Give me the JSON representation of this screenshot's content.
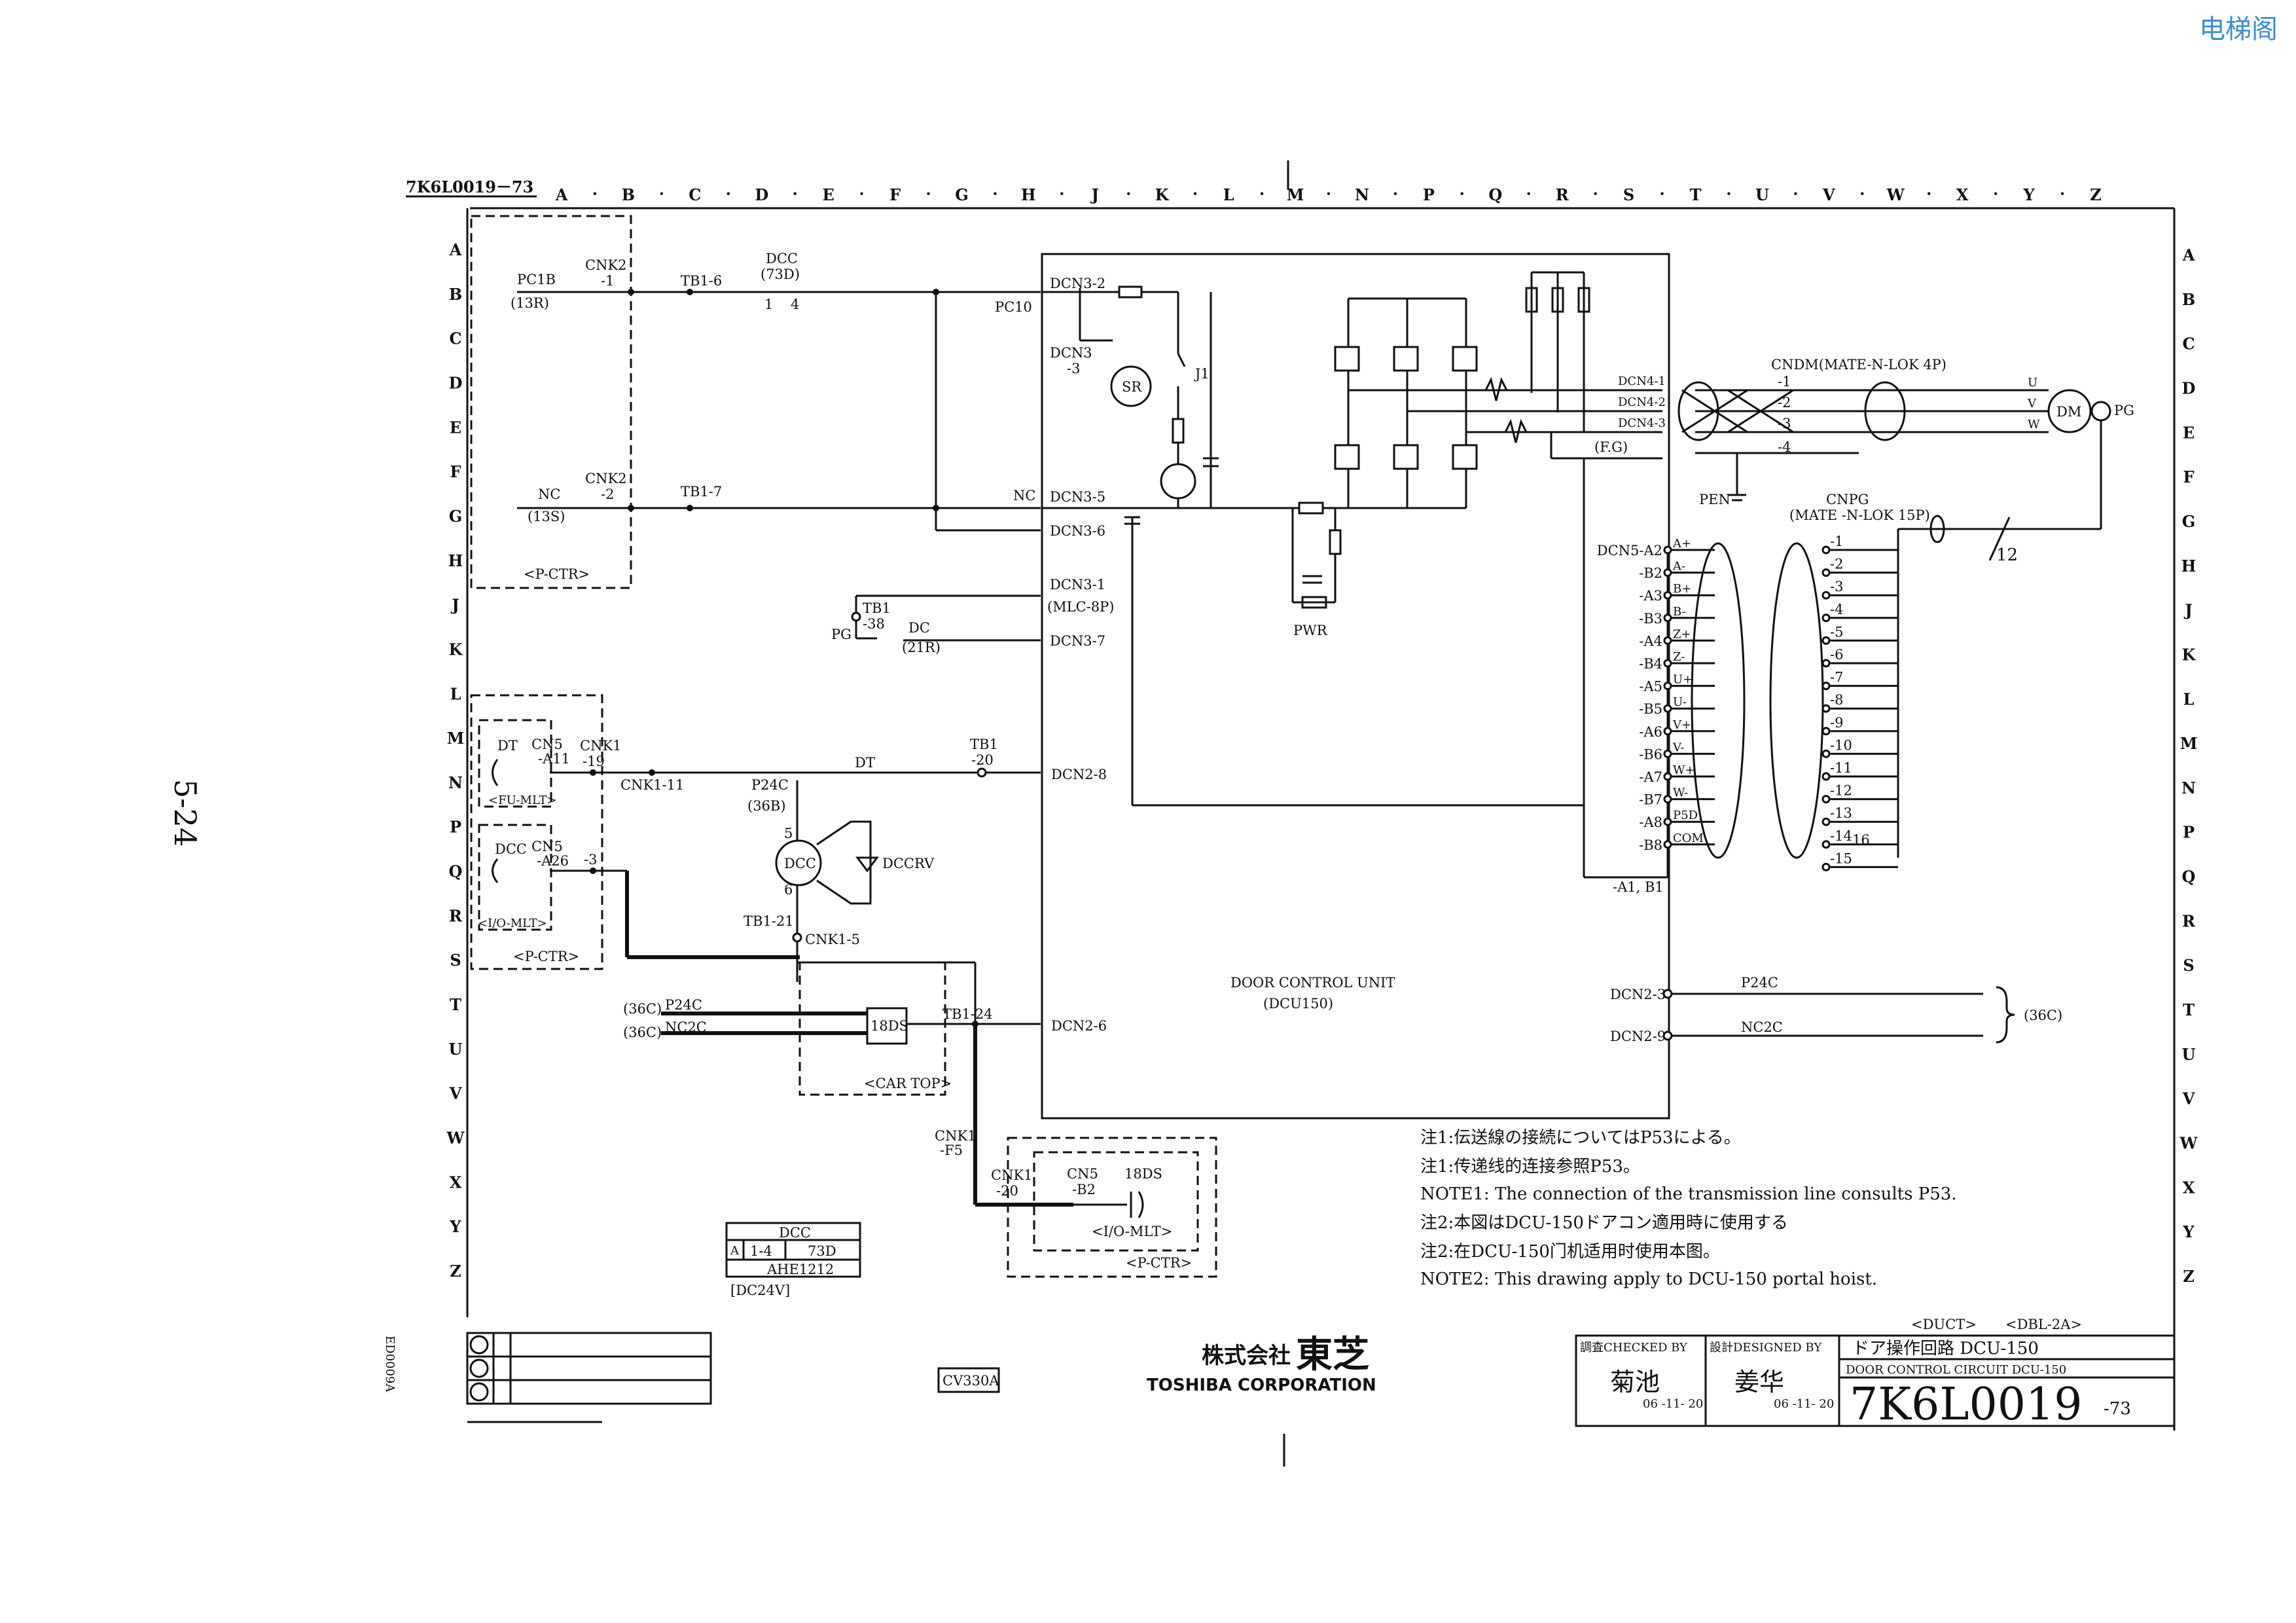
{
  "header": {
    "watermark": "电梯阁",
    "page_number": "5-24",
    "sheet_ref": "7K6L0019－73"
  },
  "grid": {
    "columns": [
      "A",
      "B",
      "C",
      "D",
      "E",
      "F",
      "G",
      "H",
      "J",
      "K",
      "L",
      "M",
      "N",
      "P",
      "Q",
      "R",
      "S",
      "T",
      "U",
      "V",
      "W",
      "X",
      "Y",
      "Z"
    ],
    "rows": [
      "A",
      "B",
      "C",
      "D",
      "E",
      "F",
      "G",
      "H",
      "J",
      "K",
      "L",
      "M",
      "N",
      "P",
      "Q",
      "R",
      "S",
      "T",
      "U",
      "V",
      "W",
      "X",
      "Y",
      "Z"
    ]
  },
  "left_section": {
    "pc1b": "PC1B",
    "pc1b_ref": "(13R)",
    "cnk2_1": "CNK2",
    "cnk2_1b": "-1",
    "tb1_6": "TB1-6",
    "dcc_contact": "DCC",
    "dcc_contact_ref": "(73D)",
    "pin1": "1",
    "pin4": "4",
    "pc10": "PC10",
    "nc": "NC",
    "nc_ref": "(13S)",
    "cnk2_2": "CNK2",
    "cnk2_2b": "-2",
    "tb1_7": "TB1-7",
    "p_ctr_top": "<P-CTR>",
    "tb1_38a": "TB1",
    "tb1_38b": "-38",
    "pg": "PG",
    "dc": "DC",
    "dc_ref": "(21R)",
    "dt": "DT",
    "cn5_a11a": "CN5",
    "cn5_a11b": "-A11",
    "cnk1_19a": "CNK1",
    "cnk1_19b": "-19",
    "cnk1_11": "CNK1-11",
    "fu_mlt": "<FU-MLT>",
    "dt_wire": "DT",
    "tb1_20a": "TB1",
    "tb1_20b": "-20",
    "dcc": "DCC",
    "cn5_a26a": "CN5",
    "cn5_a26b": "-A26",
    "pin_m3": "-3",
    "io_mlt": "<I/O-MLT>",
    "p_ctr_mid": "<P-CTR>",
    "p24c": "P24C",
    "p24c_ref": "(36B)",
    "dcc_coil": "DCC",
    "coil_5": "5",
    "coil_6": "6",
    "dccrv": "DCCRV",
    "tb1_21": "TB1-21",
    "cnk1_5": "CNK1-5",
    "p24c_36c": "(36C)",
    "p24c_low": "P24C",
    "nc2c_36c": "(36C)",
    "nc2c_low": "NC2C",
    "18ds": "18DS",
    "tb1_24": "TB1-24",
    "car_top": "<CAR TOP>",
    "cnk1_f5a": "CNK1",
    "cnk1_f5b": "-F5",
    "cnk1_20a": "CNK1",
    "cnk1_20b": "-20",
    "cn5_b2a": "CN5",
    "cn5_b2b": "-B2",
    "18ds_b": "18DS",
    "io_mlt_b": "<I/O-MLT>",
    "p_ctr_bottom": "<P-CTR>"
  },
  "dcu": {
    "dcn3_2": "DCN3-2",
    "dcn3_3a": "DCN3",
    "dcn3_3b": "-3",
    "sr": "SR",
    "j1": "J1",
    "dcn3_5": "DCN3-5",
    "nc_in": "NC",
    "dcn3_6": "DCN3-6",
    "dcn3_1": "DCN3-1",
    "mlc": "(MLC-8P)",
    "dcn3_7": "DCN3-7",
    "dcn2_8": "DCN2-8",
    "dcn2_6": "DCN2-6",
    "pwr": "PWR",
    "title1": "DOOR CONTROL UNIT",
    "title2": "(DCU150)",
    "dcn4_1": "DCN4-1",
    "dcn4_2": "DCN4-2",
    "dcn4_3": "DCN4-3",
    "fg": "(F.G)",
    "cndm": "CNDM(MATE-N-LOK 4P)",
    "cndm_pins": [
      "-1",
      "-2",
      "-3",
      "-4"
    ],
    "u": "U",
    "v": "V",
    "w": "W",
    "dm": "DM",
    "pg": "PG",
    "pen": "PEN",
    "cnpg1": "CNPG",
    "cnpg2": "(MATE -N-LOK 15P)",
    "twelve": "12",
    "dcn5_labels": [
      "DCN5-A2",
      "-B2",
      "-A3",
      "-B3",
      "-A4",
      "-B4",
      "-A5",
      "-B5",
      "-A6",
      "-B6",
      "-A7",
      "-B7",
      "-A8",
      "-B8"
    ],
    "signal_labels": [
      "A+",
      "A-",
      "B+",
      "B-",
      "Z+",
      "Z-",
      "U+",
      "U-",
      "V+",
      "V-",
      "W+",
      "W-",
      "P5D",
      "COM"
    ],
    "cnpg_pins": [
      "-1",
      "-2",
      "-3",
      "-4",
      "-5",
      "-6",
      "-7",
      "-8",
      "-9",
      "-10",
      "-11",
      "-12",
      "-13",
      "-14",
      "-15"
    ],
    "note_16": "16",
    "a1b1": "-A1, B1",
    "dcn2_3": "DCN2-3",
    "p24c": "P24C",
    "dcn2_9": "DCN2-9",
    "nc2c": "NC2C",
    "ref_36c": "(36C)"
  },
  "notes": [
    "注1:伝送線の接続についてはP53による。",
    "注1:传递线的连接参照P53。",
    "NOTE1: The connection of the transmission line consults P53.",
    "注2:本図はDCU-150ドアコン適用時に使用する",
    "注2:在DCU-150门机适用时使用本图。",
    "NOTE2: This drawing apply to DCU-150 portal hoist."
  ],
  "legend_box": {
    "title": "DCC",
    "row_a": "A",
    "row_contact": "1-4",
    "row_ref": "73D",
    "model": "AHE1212",
    "voltage": "[DC24V]"
  },
  "title_block": {
    "rev_code": "CV330A",
    "company_jp": "株式会社",
    "company_kanji": "東芝",
    "company_en": "TOSHIBA CORPORATION",
    "duct": "<DUCT>",
    "dbl": "<DBL-2A>",
    "checked_label": "調査CHECKED BY",
    "checked_name": "菊池",
    "checked_date": "06 -11- 20",
    "designed_label": "設計DESIGNED BY",
    "designed_name": "姜华",
    "designed_date": "06 -11- 20",
    "title_jp": "ドア操作回路 DCU-150",
    "title_en": "DOOR CONTROL CIRCUIT DCU-150",
    "drawing_no": "7K6L0019",
    "drawing_suffix": "-73",
    "side_code": "ED0009A"
  }
}
